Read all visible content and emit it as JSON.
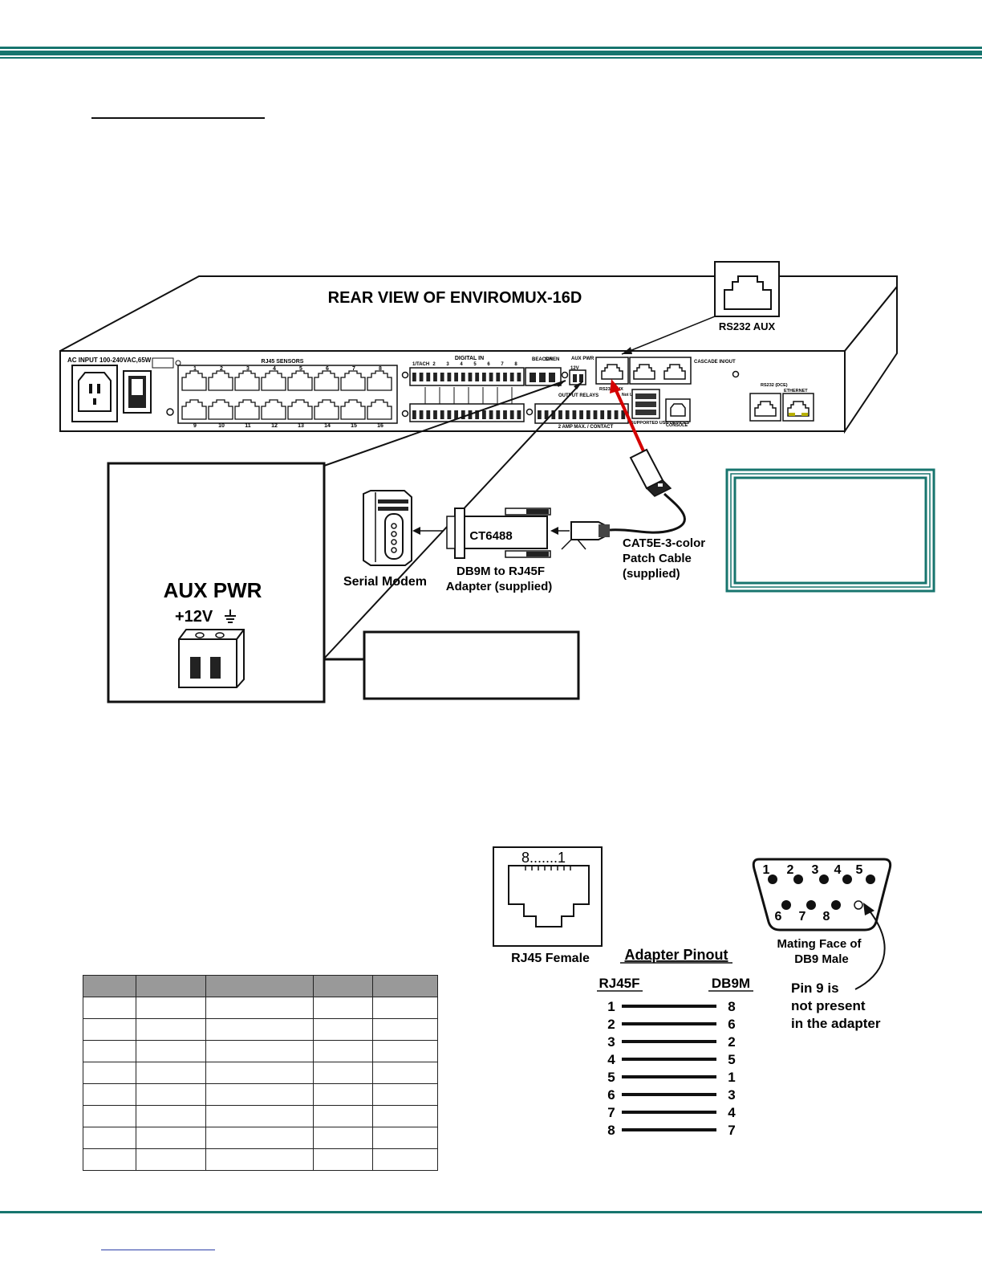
{
  "diagram": {
    "title": "REAR VIEW OF ENVIROMUX-16D",
    "rs232_aux_callout": "RS232 AUX",
    "panel": {
      "ac_input": "AC INPUT 100-240VAC,65W",
      "rj45_sensors": "RJ45 SENSORS",
      "sensor_numbers_top": [
        "1",
        "2",
        "3",
        "4",
        "5",
        "6",
        "7",
        "8"
      ],
      "sensor_numbers_bottom": [
        "9",
        "10",
        "11",
        "12",
        "13",
        "14",
        "15",
        "16"
      ],
      "digital_in": "DIGITAL IN",
      "tach": "1/TACH",
      "digital_numbers": [
        "2",
        "3",
        "4",
        "5",
        "6",
        "7",
        "8"
      ],
      "beacon": "BEACON",
      "siren": "SIREN",
      "aux_pwr": "AUX PWR",
      "aux_12v": "12V",
      "output_relays": "OUTPUT RELAYS",
      "amp_note": "2 AMP MAX. / CONTACT",
      "rs232_aux_small": "RS232 AUX",
      "not_used": "Not Used",
      "cascade": "CASCADE IN/OUT",
      "supported_usb": "SUPPORTED USB DEVICES",
      "console": "CONSOLE",
      "rs232_dce": "RS232 (DCE)",
      "ethernet": "ETHERNET"
    },
    "ct_label": "CT6488",
    "serial_modem": "Serial Modem",
    "adapter_label_1": "DB9M to RJ45F",
    "adapter_label_2": "Adapter (supplied)",
    "cable_label_1": "CAT5E-3-color",
    "cable_label_2": "Patch Cable",
    "cable_label_3": "(supplied)",
    "aux_pwr_title": "AUX PWR",
    "aux_pwr_sub": "+12V"
  },
  "pinout": {
    "rj45_top_label": "8.......1",
    "rj45_female": "RJ45 Female",
    "adapter_pinout": "Adapter Pinout",
    "db9_top_numbers": [
      "1",
      "2",
      "3",
      "4",
      "5"
    ],
    "db9_bottom_numbers": [
      "6",
      "7",
      "8"
    ],
    "mating_face_1": "Mating Face of",
    "mating_face_2": "DB9 Male",
    "col_rj45f": "RJ45F",
    "col_db9m": "DB9M",
    "pin9_1": "Pin 9 is",
    "pin9_2": "not present",
    "pin9_3": "in the adapter",
    "mapping": [
      {
        "rj45": "1",
        "db9": "8"
      },
      {
        "rj45": "2",
        "db9": "6"
      },
      {
        "rj45": "3",
        "db9": "2"
      },
      {
        "rj45": "4",
        "db9": "5"
      },
      {
        "rj45": "5",
        "db9": "1"
      },
      {
        "rj45": "6",
        "db9": "3"
      },
      {
        "rj45": "7",
        "db9": "4"
      },
      {
        "rj45": "8",
        "db9": "7"
      }
    ]
  },
  "colors": {
    "teal": "#17756e",
    "arrow_red": "#d40000"
  }
}
